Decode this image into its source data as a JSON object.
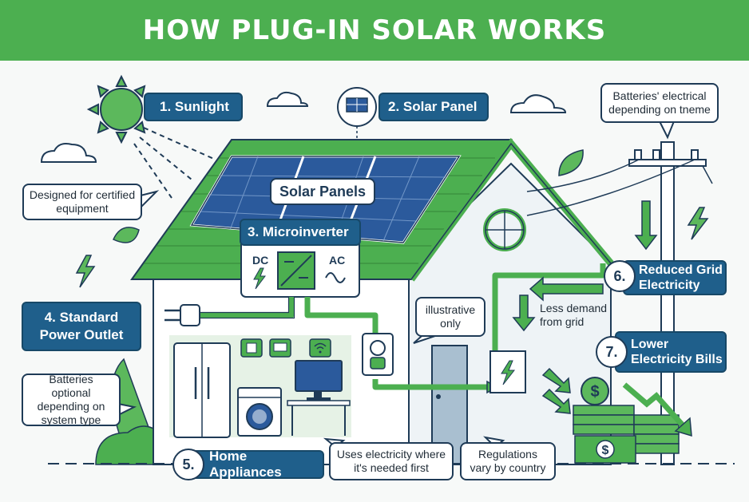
{
  "title": "HOW PLUG-IN SOLAR WORKS",
  "steps": {
    "s1": "1. Sunlight",
    "s2": "2. Solar Panel",
    "s3": "3. Microinverter",
    "s4": "4. Standard Power Outlet",
    "s5_num": "5.",
    "s5_label": "Home Appliances",
    "s6_num": "6.",
    "s6_label": "Reduced Grid Electricity",
    "s7_num": "7.",
    "s7_label": "Lower Electricity Bills"
  },
  "labels": {
    "solar_panels": "Solar Panels",
    "dc": "DC",
    "ac": "AC",
    "less_demand": "Less demand from grid"
  },
  "notes": {
    "certified": "Designed for certified equipment",
    "batteries_grid": "Batteries' electrical depending on tneme",
    "illustrative": "illustrative only",
    "batteries_optional": "Batteries optional depending on system type",
    "uses_first": "Uses electricity where it's needed first",
    "regulations": "Regulations vary by country"
  },
  "icons": [
    "sun-icon",
    "cloud-icon",
    "solar-panel-icon",
    "leaf-icon",
    "lightning-icon",
    "plug-icon",
    "outlet-icon",
    "fridge-icon",
    "washer-icon",
    "monitor-icon",
    "wifi-icon",
    "utility-pole-icon",
    "meter-icon",
    "dollar-coin-icon",
    "cash-stack-icon",
    "trend-down-icon"
  ],
  "colors": {
    "green": "#4caf50",
    "navy": "#1f5f8b",
    "outline": "#1f3b57",
    "panel": "#2b5a9c"
  }
}
